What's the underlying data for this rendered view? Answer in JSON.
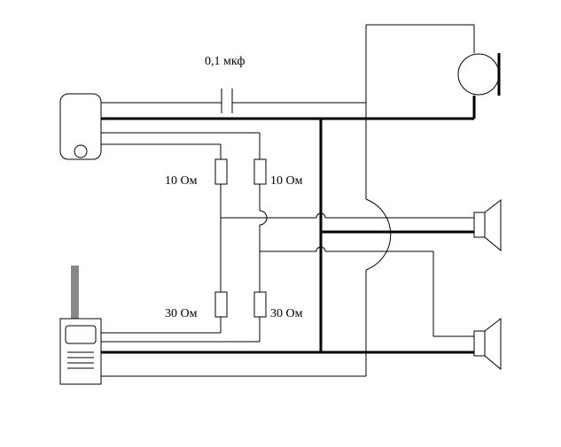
{
  "labels": {
    "capacitor": "0,1 мкф",
    "r_top_left": "10 Ом",
    "r_top_right": "10 Ом",
    "r_bottom_left": "30 Ом",
    "r_bottom_right": "30 Ом"
  },
  "components": {
    "phone_handset": "telephone-handset-icon",
    "radio": "radio-transceiver-icon",
    "microphone": "microphone-icon",
    "speaker_top": "speaker-icon",
    "speaker_bottom": "speaker-icon",
    "capacitor": "capacitor-symbol",
    "resistors": [
      "resistor-symbol",
      "resistor-symbol",
      "resistor-symbol",
      "resistor-symbol"
    ]
  }
}
